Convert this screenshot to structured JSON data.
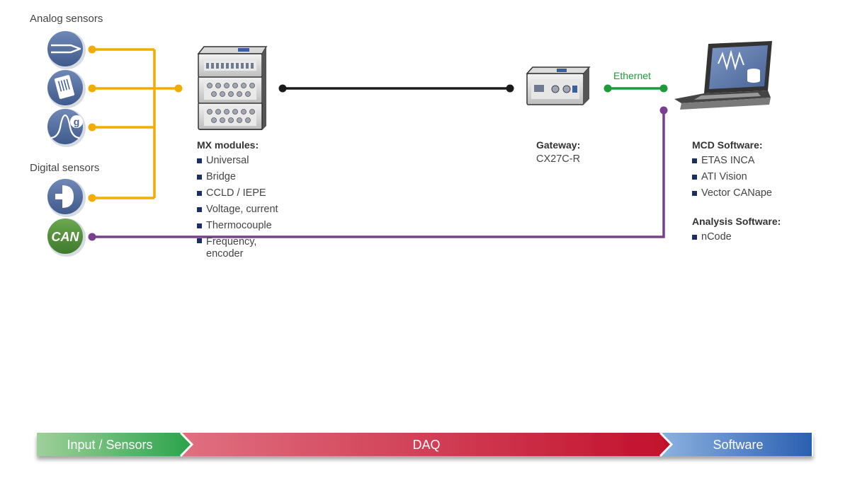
{
  "sensors": {
    "analog_title": "Analog sensors",
    "digital_title": "Digital sensors",
    "can_label": "CAN"
  },
  "mx": {
    "title": "MX modules:",
    "items": [
      "Universal",
      "Bridge",
      "CCLD / IEPE",
      "Voltage, current",
      "Thermocouple"
    ],
    "item_last_line1": "Frequency,",
    "item_last_line2": "encoder"
  },
  "gateway": {
    "title": "Gateway:",
    "model": "CX27C-R"
  },
  "ethernet_label": "Ethernet",
  "software": {
    "mcd_title": "MCD Software:",
    "mcd_items": [
      "ETAS INCA",
      "ATI Vision",
      "Vector CANape"
    ],
    "analysis_title": "Analysis Software:",
    "analysis_items": [
      "nCode"
    ]
  },
  "bottom_bar": {
    "input": "Input / Sensors",
    "daq": "DAQ",
    "software": "Software"
  },
  "colors": {
    "analog_line": "#f2ac00",
    "daq_line": "#1a1a1a",
    "ethernet_line": "#1f9a3a",
    "can_line": "#7b3f8f",
    "sensor_fill": "#4a6596",
    "can_fill": "#4f8a37"
  }
}
